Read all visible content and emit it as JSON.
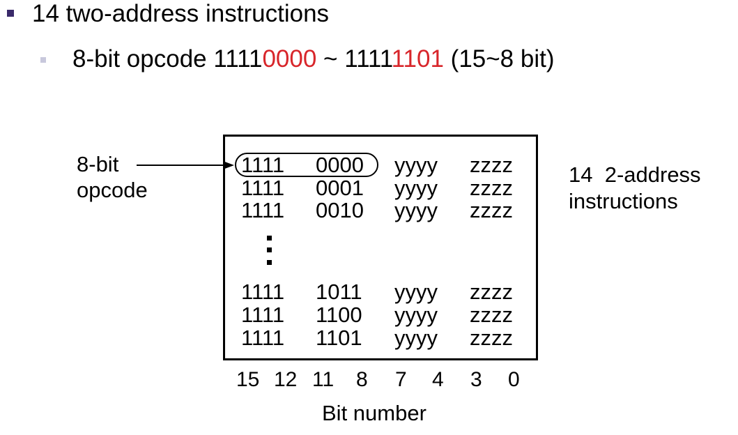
{
  "heading": {
    "text": "14 two-address instructions"
  },
  "subheading": {
    "prefix": "8-bit opcode 1111",
    "range_start_red": "0000",
    "separator": " ~ 1111",
    "range_end_red": "1101",
    "suffix": " (15~8 bit)"
  },
  "opcode_label": {
    "line1": "8-bit",
    "line2": "opcode"
  },
  "instruction_rows_top": [
    {
      "high": "1111",
      "low": "0000",
      "y": "yyyy",
      "z": "zzzz"
    },
    {
      "high": "1111",
      "low": "0001",
      "y": "yyyy",
      "z": "zzzz"
    },
    {
      "high": "1111",
      "low": "0010",
      "y": "yyyy",
      "z": "zzzz"
    }
  ],
  "instruction_rows_bottom": [
    {
      "high": "1111",
      "low": "1011",
      "y": "yyyy",
      "z": "zzzz"
    },
    {
      "high": "1111",
      "low": "1100",
      "y": "yyyy",
      "z": "zzzz"
    },
    {
      "high": "1111",
      "low": "1101",
      "y": "yyyy",
      "z": "zzzz"
    }
  ],
  "side_label": {
    "line1": "14  2-address",
    "line2": "instructions"
  },
  "bit_numbers": [
    "15",
    "12",
    "11",
    "8",
    "7",
    "4",
    "3",
    "0"
  ],
  "bit_caption": "Bit number",
  "colors": {
    "highlight": "#d8262b",
    "bullet_primary": "#3a2a6a",
    "bullet_secondary": "#c8c8dc"
  }
}
